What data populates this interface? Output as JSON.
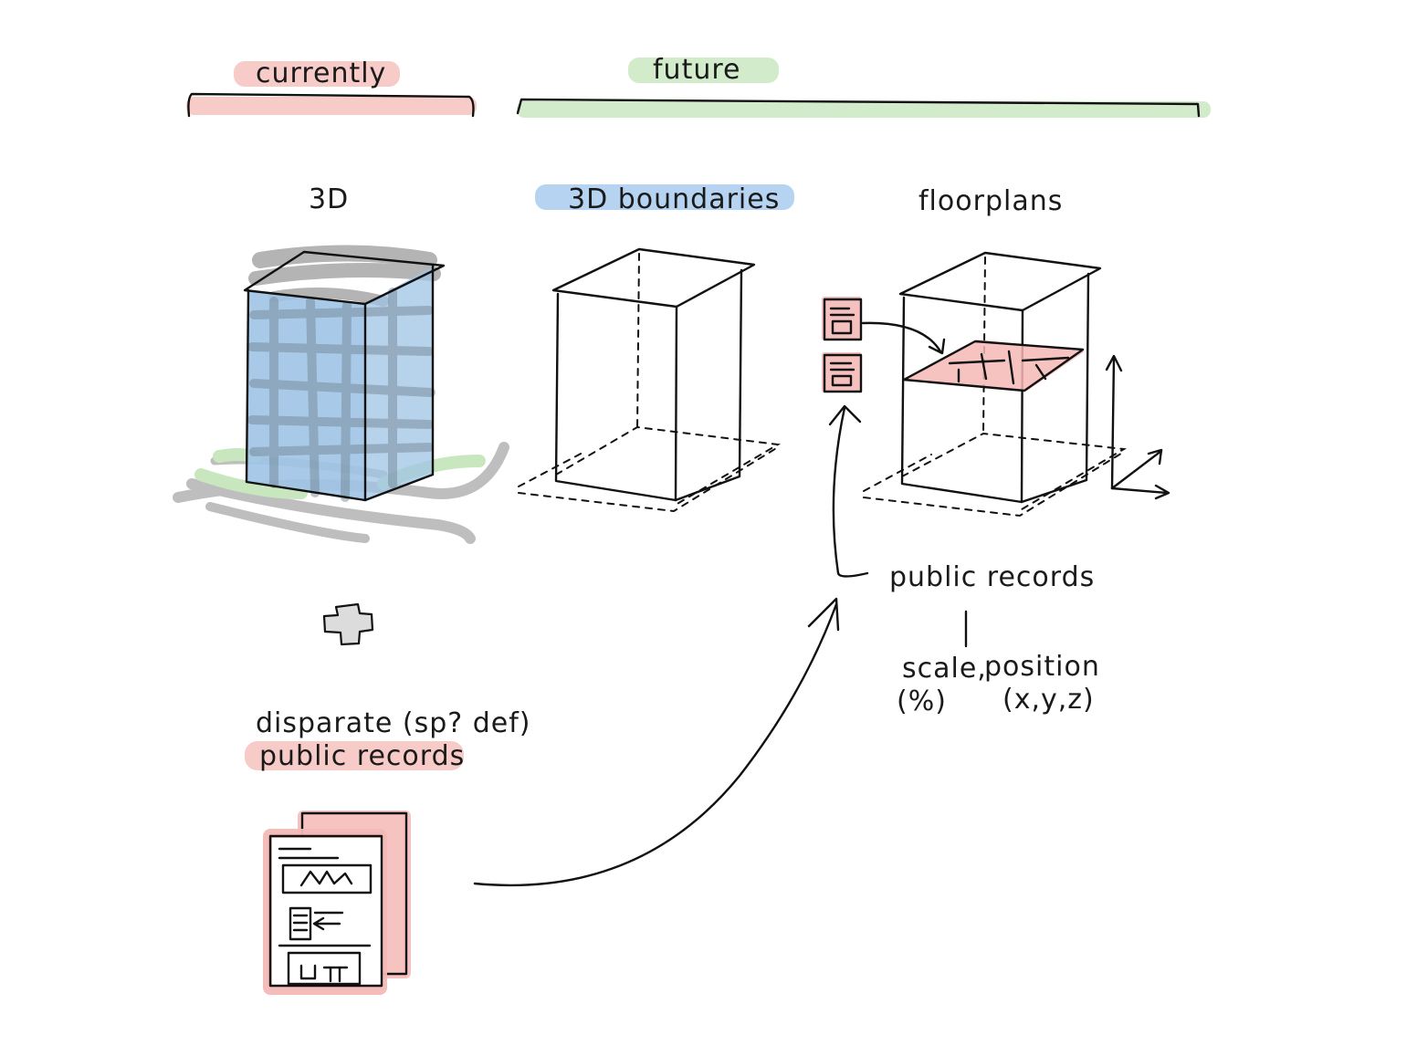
{
  "colors": {
    "highlight_red": "#f4b9b6",
    "highlight_green": "#c7e6bd",
    "highlight_blue": "#a9cdf0",
    "building_blue": "#9fc4e6",
    "scribble_gray": "#8a8a8a",
    "ground_green": "#9ed48c",
    "ink": "#111111"
  },
  "sections": {
    "currently": "currently",
    "future": "future"
  },
  "columns": {
    "three_d": "3D",
    "boundaries": "3D boundaries",
    "floorplans": "floorplans"
  },
  "plus_icon": "plus-icon",
  "disparate": {
    "line1": "disparate (sp? def)",
    "line2": "public records"
  },
  "future_records": {
    "label": "public records",
    "scale": "scale,",
    "scale_unit": "(%)",
    "position": "position",
    "position_unit": "(x,y,z)"
  }
}
